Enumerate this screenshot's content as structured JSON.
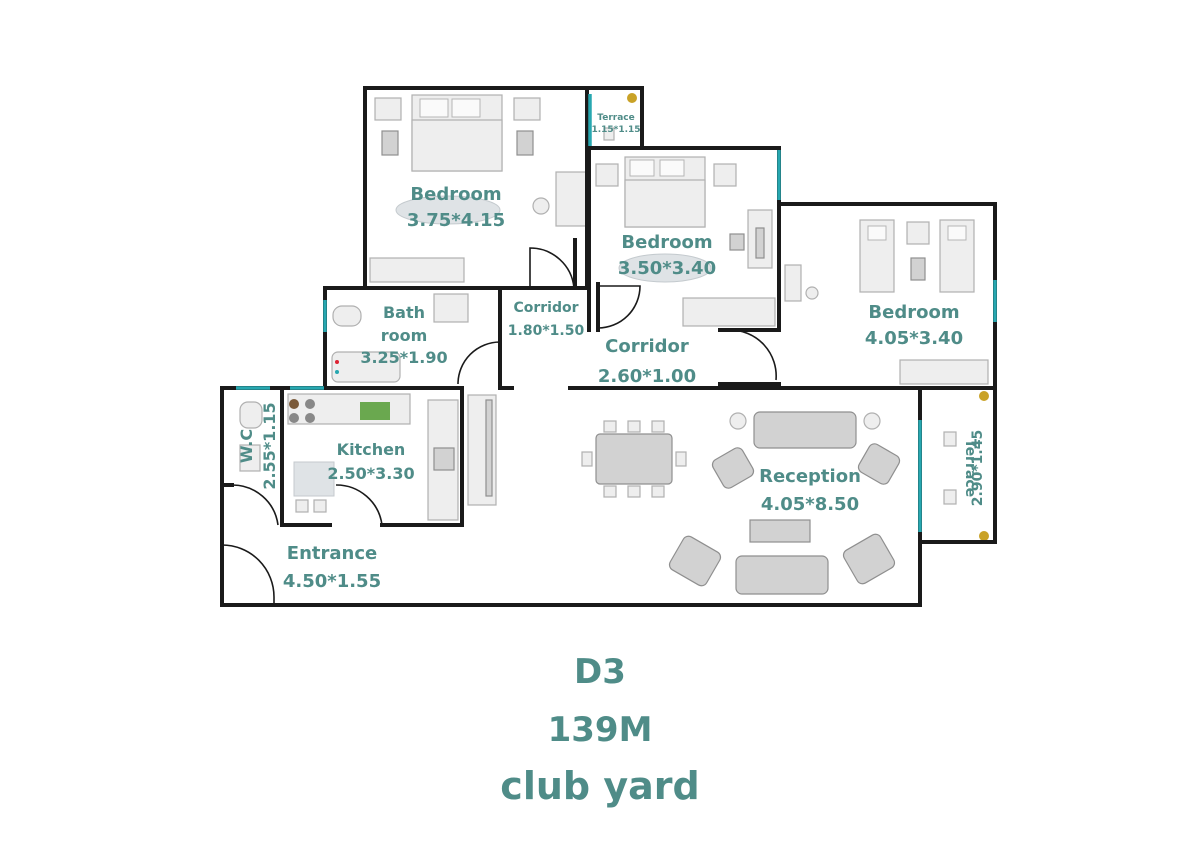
{
  "plan": {
    "rooms": {
      "bedroom_master": {
        "name": "Bedroom",
        "size": "3.75*4.15"
      },
      "terrace_small": {
        "name": "Terrace",
        "size": "1.15*1.15"
      },
      "bedroom_middle": {
        "name": "Bedroom",
        "size": "3.50*3.40"
      },
      "bedroom_right": {
        "name": "Bedroom",
        "size": "4.05*3.40"
      },
      "bathroom": {
        "name_line1": "Bath",
        "name_line2": "room",
        "size": "3.25*1.90"
      },
      "corridor_small": {
        "name": "Corridor",
        "size": "1.80*1.50"
      },
      "corridor_large": {
        "name": "Corridor",
        "size": "2.60*1.00"
      },
      "wc": {
        "name": "W.C",
        "size": "2.55*1.15"
      },
      "kitchen": {
        "name": "Kitchen",
        "size": "2.50*3.30"
      },
      "reception": {
        "name": "Reception",
        "size": "4.05*8.50"
      },
      "terrace_right": {
        "name": "Terrace",
        "size": "2.90*1.45"
      },
      "entrance": {
        "name": "Entrance",
        "size": "4.50*1.55"
      }
    },
    "colors": {
      "wall": "#1a1a1a",
      "window": "#27a7b0",
      "label": "#4f8c88"
    }
  },
  "caption": {
    "unit": "D3",
    "area": "139M",
    "project": "club yard"
  }
}
